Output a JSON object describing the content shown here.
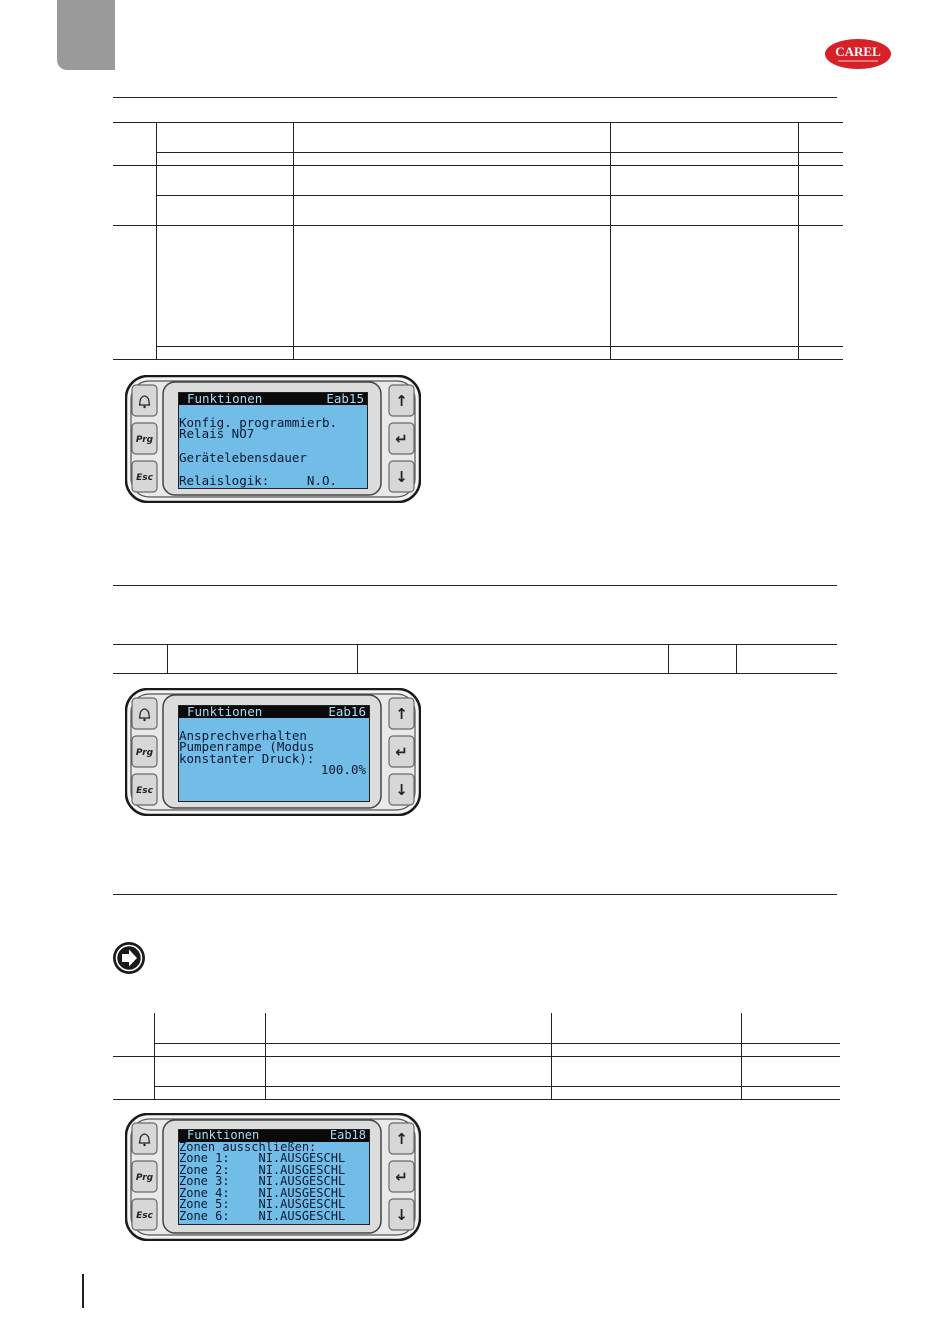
{
  "brand": {
    "logo_text": "CAREL",
    "color": "#d62128"
  },
  "colors": {
    "lcd_background": "#71bde8",
    "lcd_header": "#0a0a0a",
    "section_tab": "#9a9a9a"
  },
  "keypad": {
    "left_buttons": [
      {
        "label": "",
        "icon": "bell-icon"
      },
      {
        "label": "Prg"
      },
      {
        "label": "Esc"
      }
    ],
    "right_buttons": [
      {
        "symbol": "↑",
        "icon": "up-arrow-icon"
      },
      {
        "symbol": "↵",
        "icon": "enter-icon"
      },
      {
        "symbol": "↓",
        "icon": "down-arrow-icon"
      }
    ]
  },
  "screens": [
    {
      "title": "Funktionen",
      "code": "Eab15",
      "lines": [
        "Konfig. programmierb.",
        "Relais NO7",
        "",
        "Gerätelebensdauer",
        "",
        "Relaislogik:     N.O."
      ]
    },
    {
      "title": "Funktionen",
      "code": "Eab16",
      "lines": [
        "Ansprechverhalten",
        "Pumpenrampe (Modus",
        "konstanter Druck):"
      ],
      "value": "100.0%"
    },
    {
      "title": "Funktionen",
      "code": "Eab18",
      "lines": [
        "Zonen ausschließen:",
        "Zone 1:    NI.AUSGESCHL",
        "Zone 2:    NI.AUSGESCHL",
        "Zone 3:    NI.AUSGESCHL",
        "Zone 4:    NI.AUSGESCHL",
        "Zone 5:    NI.AUSGESCHL",
        "Zone 6:    NI.AUSGESCHL"
      ]
    }
  ]
}
